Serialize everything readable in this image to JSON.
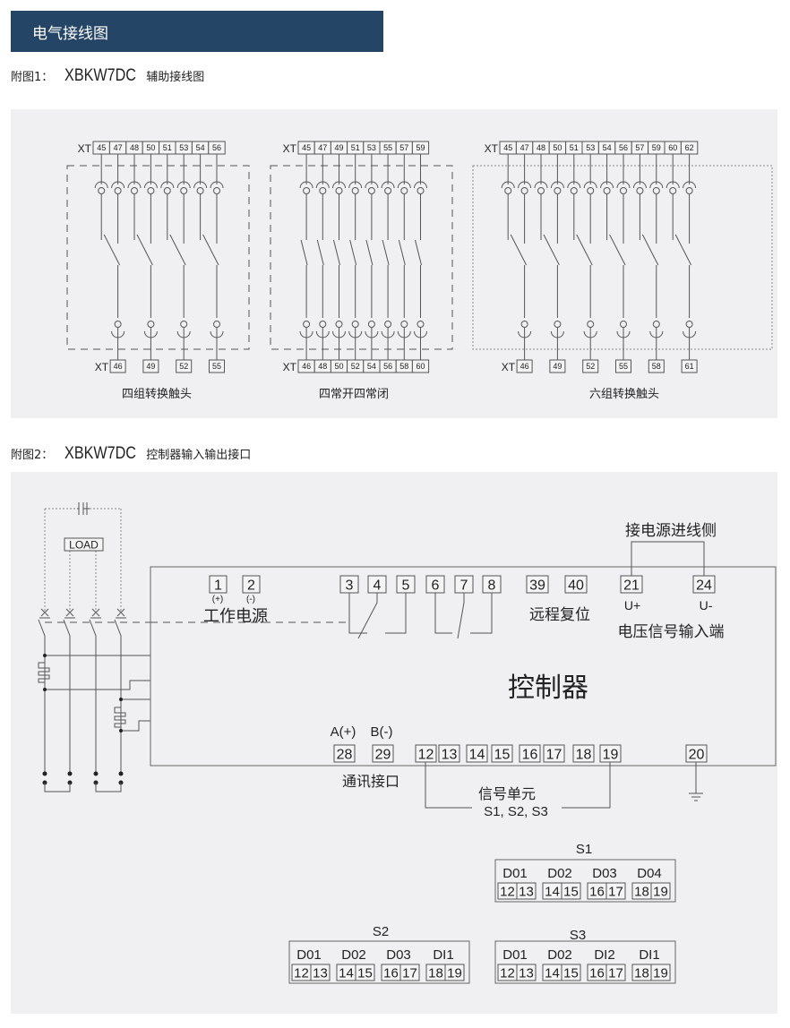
{
  "header": {
    "title": "电气接线图"
  },
  "figure1": {
    "prefix": "附图1：",
    "model": "XBKW7DC",
    "suffix": "辅助接线图",
    "terminal_label": "XT",
    "diagrams": [
      {
        "caption": "四组转换触头",
        "type": "changeover",
        "top": [
          "45",
          "47",
          "48",
          "50",
          "51",
          "53",
          "54",
          "56"
        ],
        "bottom": [
          "46",
          "49",
          "52",
          "55"
        ]
      },
      {
        "caption": "四常开四常闭",
        "type": "simple",
        "top": [
          "45",
          "47",
          "49",
          "51",
          "53",
          "55",
          "57",
          "59"
        ],
        "bottom": [
          "46",
          "48",
          "50",
          "52",
          "54",
          "56",
          "58",
          "60"
        ]
      },
      {
        "caption": "六组转换触头",
        "type": "changeover",
        "top": [
          "45",
          "47",
          "48",
          "50",
          "51",
          "53",
          "54",
          "56",
          "57",
          "59",
          "60",
          "62"
        ],
        "bottom": [
          "46",
          "49",
          "52",
          "55",
          "58",
          "61"
        ]
      }
    ]
  },
  "figure2": {
    "prefix": "附图2：",
    "model": "XBKW7DC",
    "suffix": "控制器输入输出接口",
    "load_label": "LOAD",
    "controller_label": "控制器",
    "power_side_label": "接电源进线侧",
    "work_power_label": "工作电源",
    "plus_label": "(+)",
    "minus_label": "(-)",
    "remote_reset_label": "远程复位",
    "u_plus": "U+",
    "u_minus": "U-",
    "voltage_input_label": "电压信号输入端",
    "a_label": "A(+)",
    "b_label": "B(-)",
    "comm_label": "通讯接口",
    "signal_unit_label": "信号单元",
    "signal_units_list": "S1, S2, S3",
    "top_terminals": [
      "1",
      "2",
      "3",
      "4",
      "5",
      "6",
      "7",
      "8",
      "39",
      "40",
      "21",
      "24"
    ],
    "bottom_terminals": [
      "28",
      "29",
      "12",
      "13",
      "14",
      "15",
      "16",
      "17",
      "18",
      "19",
      "20"
    ],
    "tables": [
      {
        "label": "S1",
        "headers": [
          "D01",
          "D02",
          "D03",
          "D04"
        ],
        "terminals": [
          [
            "12",
            "13"
          ],
          [
            "14",
            "15"
          ],
          [
            "16",
            "17"
          ],
          [
            "18",
            "19"
          ]
        ]
      },
      {
        "label": "S2",
        "headers": [
          "D01",
          "D02",
          "D03",
          "DI1"
        ],
        "terminals": [
          [
            "12",
            "13"
          ],
          [
            "14",
            "15"
          ],
          [
            "16",
            "17"
          ],
          [
            "18",
            "19"
          ]
        ]
      },
      {
        "label": "S3",
        "headers": [
          "D01",
          "D02",
          "DI2",
          "DI1"
        ],
        "terminals": [
          [
            "12",
            "13"
          ],
          [
            "14",
            "15"
          ],
          [
            "16",
            "17"
          ],
          [
            "18",
            "19"
          ]
        ]
      }
    ]
  },
  "colors": {
    "header_bg": "#244566",
    "panel_bg": "#f0f0f2",
    "line": "#555555"
  }
}
